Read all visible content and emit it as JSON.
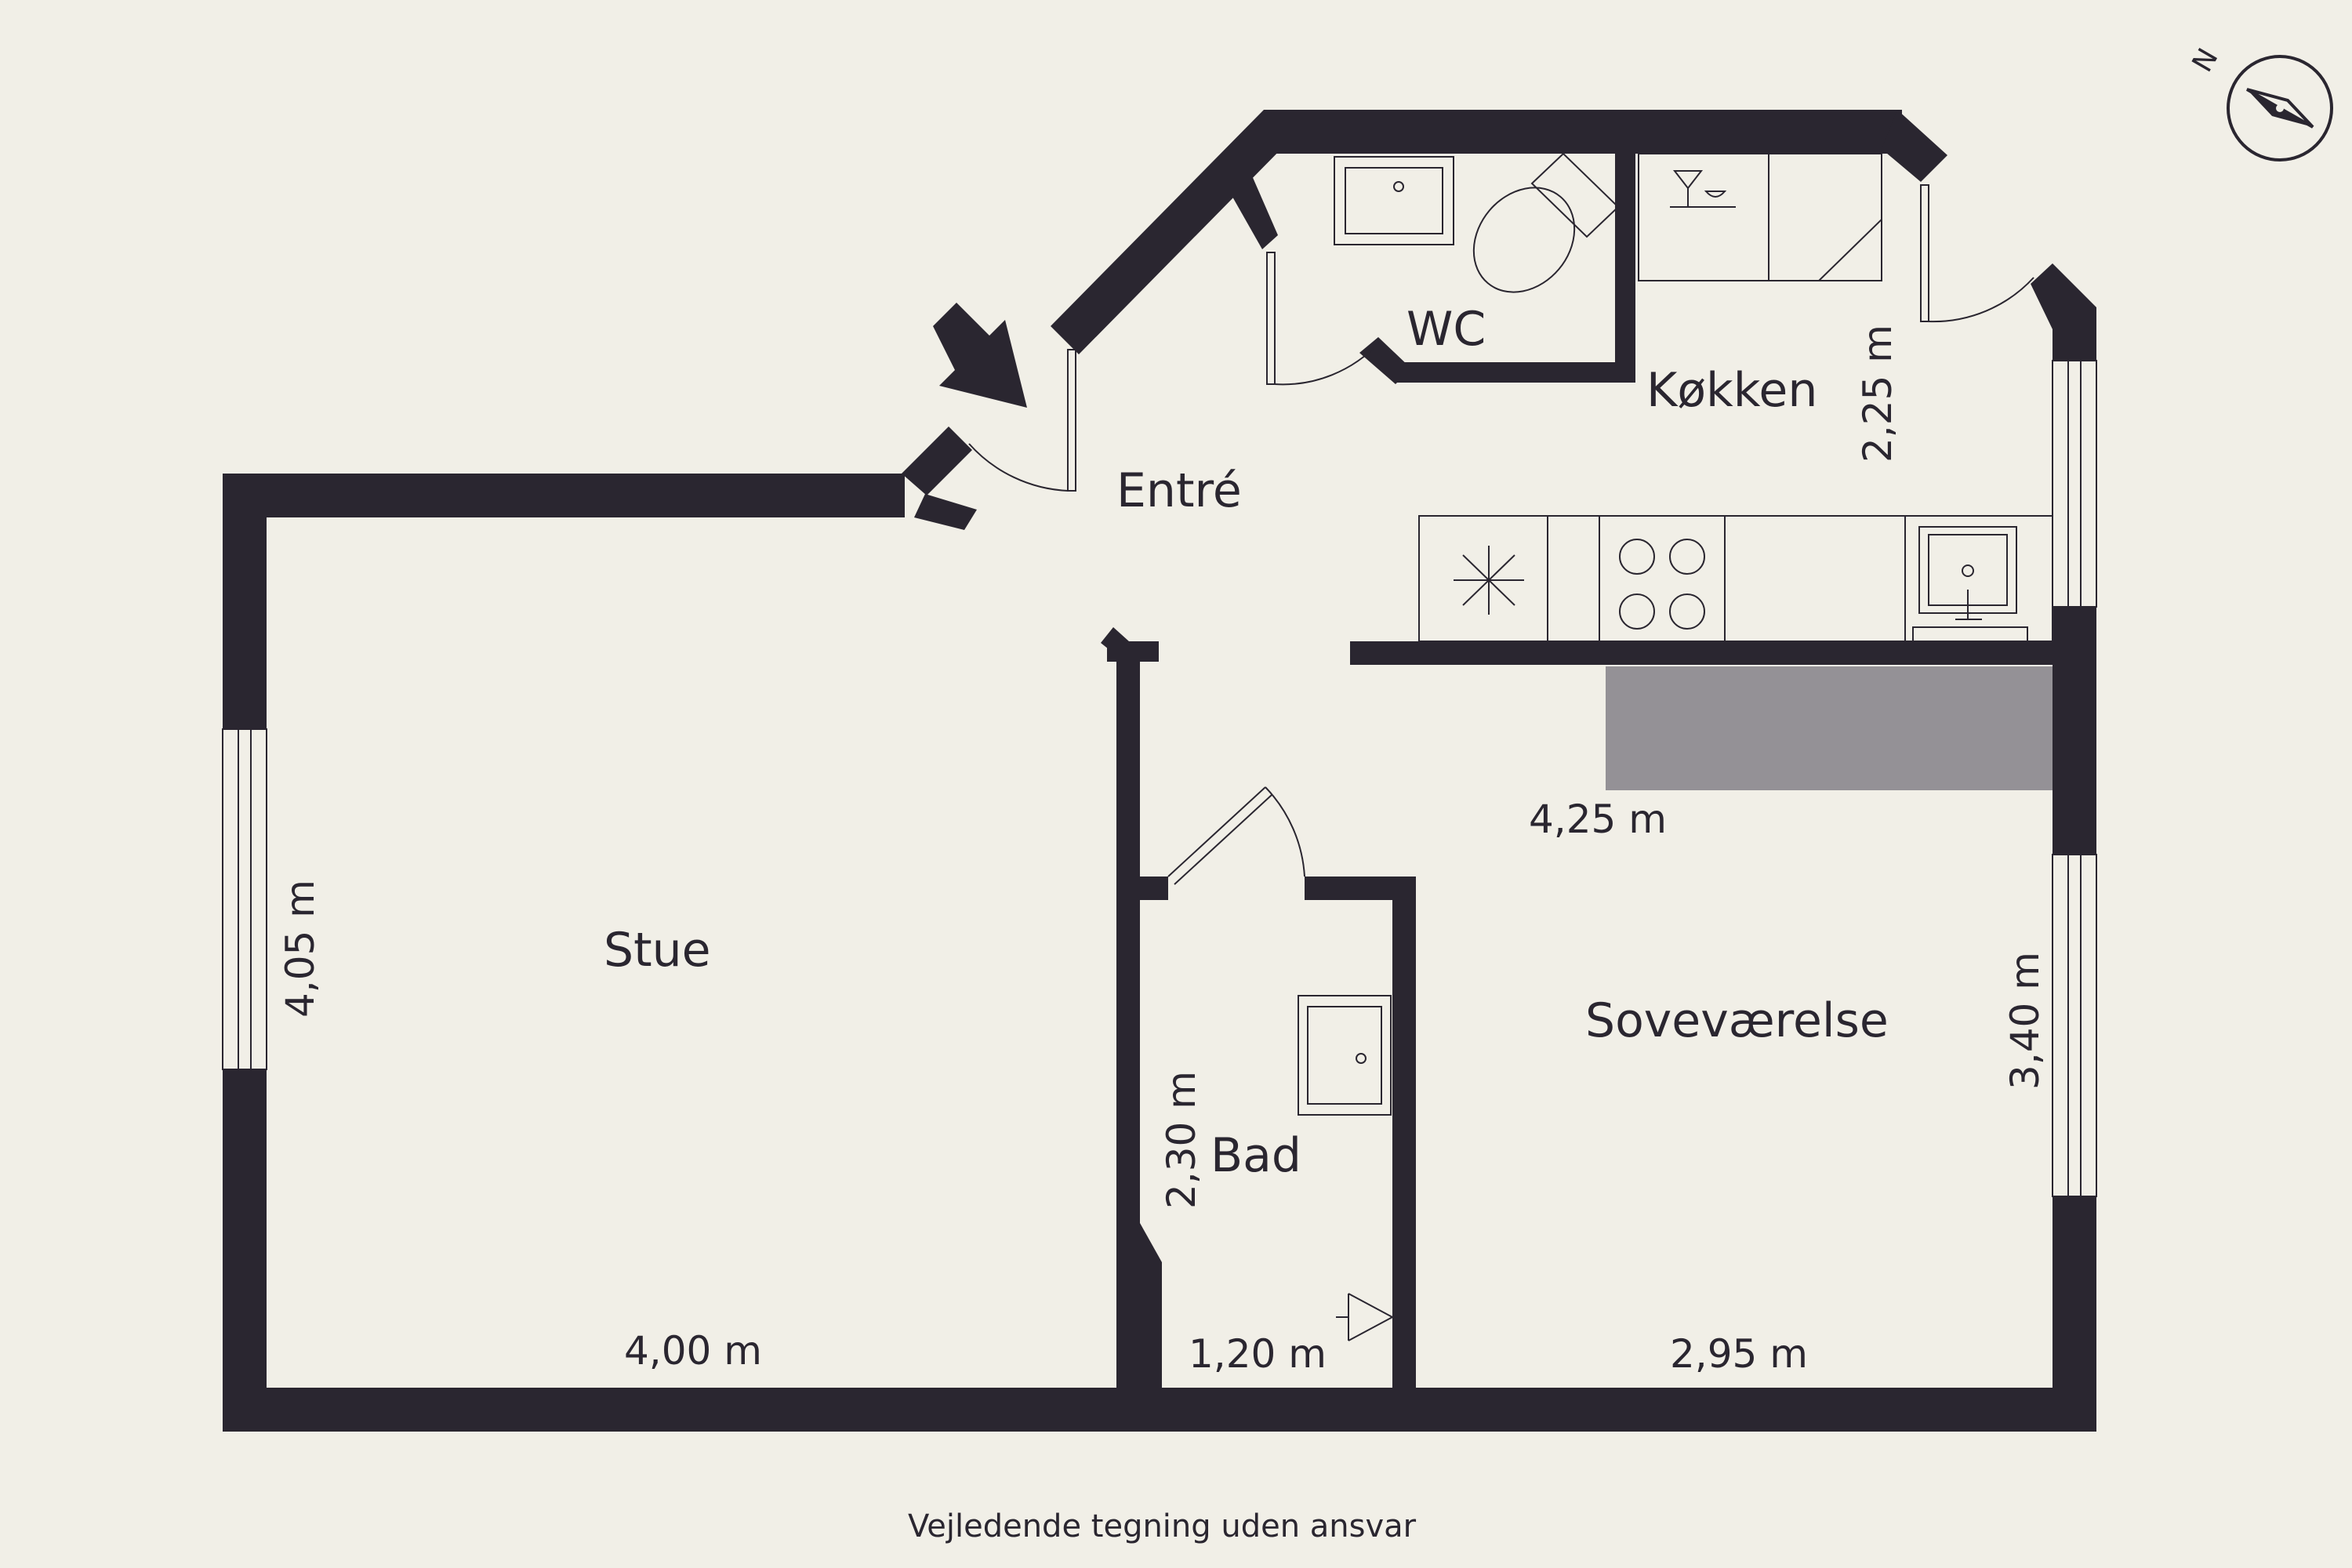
{
  "rooms": {
    "wc": "WC",
    "kitchen": "Køkken",
    "entrance": "Entré",
    "living": "Stue",
    "bedroom": "Soveværelse",
    "bath": "Bad"
  },
  "dimensions": {
    "kitchen_height": "2,25 m",
    "kitchen_width": "4,25 m",
    "living_height": "4,05 m",
    "living_width": "4,00 m",
    "bath_height": "2,30 m",
    "bath_width": "1,20 m",
    "bedroom_width": "2,95 m",
    "bedroom_height": "3,40 m"
  },
  "compass": {
    "north_label": "N",
    "icon": "compass-icon"
  },
  "entrance_marker": {
    "icon": "entrance-arrow-icon"
  },
  "footer": {
    "disclaimer": "Vejledende tegning uden ansvar"
  },
  "colors": {
    "wall": "#2a2630",
    "background": "#f1efe7",
    "counter": "#949196"
  }
}
